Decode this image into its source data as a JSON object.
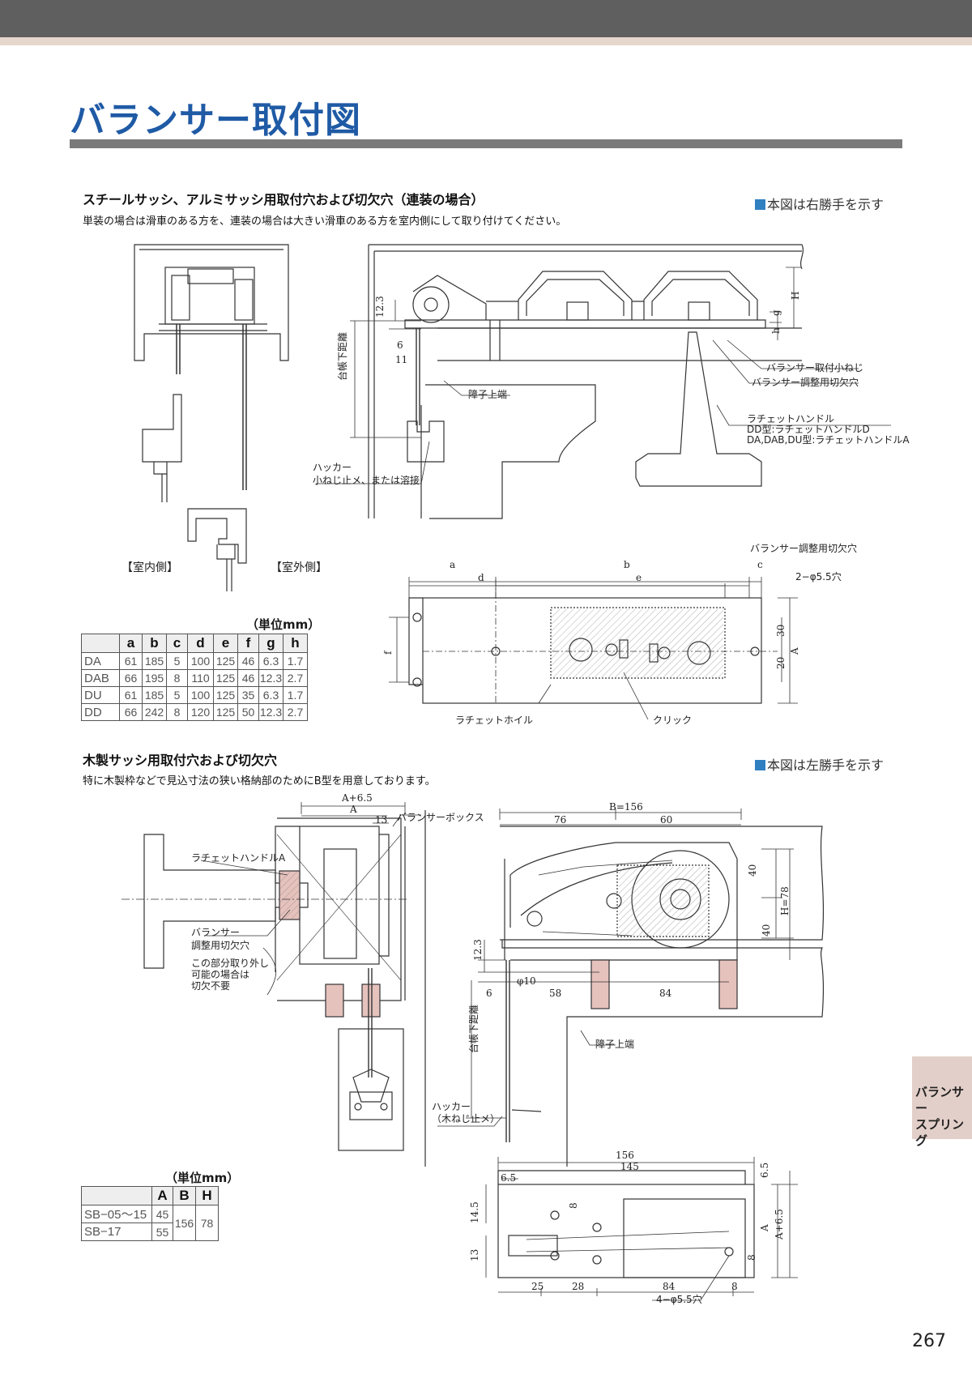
{
  "page": {
    "title": "バランサー取付図",
    "page_number": "267",
    "side_tab": [
      "バランサー",
      "スプリング"
    ]
  },
  "section1": {
    "heading": "スチールサッシ、アルミサッシ用取付穴および切欠穴（連装の場合）",
    "note": "単装の場合は滑車のある方を、連装の場合は大きい滑車のある方を室内側にして取り付けてください。",
    "hand_note": "本図は右勝手を示す",
    "labels": {
      "indoor": "【室内側】",
      "outdoor": "【室外側】",
      "mount_screw": "バランサー取付小ねじ",
      "adjust_hole": "バランサー調整用切欠穴",
      "ratchet_handle": "ラチェットハンドル",
      "dd_handle": "DD型:ラチェットハンドルD",
      "da_handle": "DA,DAB,DU型:ラチェットハンドルA",
      "hooker": "ハッカー",
      "hooker_fix": "小ねじ止メ、または溶接",
      "shoji_top": "障子上端",
      "drop_length": "台帳下距離",
      "adjust_hole2": "バランサー調整用切欠穴",
      "hole": "2−φ5.5穴",
      "ratchet_wheel": "ラチェットホイル",
      "click": "クリック"
    },
    "dims": [
      "12.3",
      "6",
      "11",
      "H",
      "g",
      "h",
      "a",
      "b",
      "c",
      "d",
      "e",
      "f",
      "30",
      "20",
      "A"
    ],
    "unit": "（単位mm）",
    "table": {
      "headers": [
        "",
        "a",
        "b",
        "c",
        "d",
        "e",
        "f",
        "g",
        "h"
      ],
      "rows": [
        [
          "DA",
          "61",
          "185",
          "5",
          "100",
          "125",
          "46",
          "6.3",
          "1.7"
        ],
        [
          "DAB",
          "66",
          "195",
          "8",
          "110",
          "125",
          "46",
          "12.3",
          "2.7"
        ],
        [
          "DU",
          "61",
          "185",
          "5",
          "100",
          "125",
          "35",
          "6.3",
          "1.7"
        ],
        [
          "DD",
          "66",
          "242",
          "8",
          "120",
          "125",
          "50",
          "12.3",
          "2.7"
        ]
      ]
    }
  },
  "section2": {
    "heading": "木製サッシ用取付穴および切欠穴",
    "note": "特に木製枠などで見込寸法の狭い格納部のためにB型を用意しております。",
    "hand_note": "本図は左勝手を示す",
    "labels": {
      "box": "バランサーボックス",
      "ratchet_handle_a": "ラチェットハンドルA",
      "adjust_hole_a": "バランサー",
      "adjust_hole_b": "調整用切欠穴",
      "removal_1": "この部分取り外し",
      "removal_2": "可能の場合は",
      "removal_3": "切欠不要",
      "shoji_top": "障子上端",
      "drop_length": "台帳下距離",
      "hooker": "ハッカー",
      "hooker_fix": "（木ねじ止メ）",
      "hole": "4−φ5.5穴"
    },
    "dims": [
      "A+6.5",
      "A",
      "13",
      "B=156",
      "76",
      "60",
      "40",
      "40",
      "H=78",
      "12.3",
      "φ10",
      "6",
      "58",
      "84",
      "156",
      "145",
      "6.5",
      "14.5",
      "8",
      "13",
      "25",
      "28",
      "84",
      "8",
      "6.5",
      "A",
      "A+6.5",
      "8"
    ],
    "unit": "（単位mm）",
    "table": {
      "headers": [
        "",
        "A",
        "B",
        "H"
      ],
      "rows": [
        [
          "SB−05〜15",
          "45"
        ],
        [
          "SB−17",
          "55"
        ]
      ],
      "shared_B": "156",
      "shared_H": "78"
    }
  }
}
